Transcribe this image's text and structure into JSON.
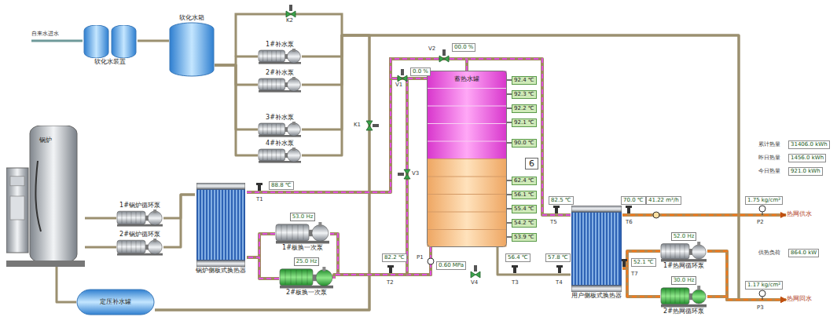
{
  "diagram": {
    "nodes": [
      {
        "text": [
          "软化水装置"
        ]
      },
      {
        "text": [
          "软化水箱"
        ]
      },
      {
        "text": [
          "1#补水泵"
        ]
      },
      {
        "text": [
          "2#补水泵"
        ]
      },
      {
        "text": [
          "3#补水泵"
        ]
      },
      {
        "text": [
          "4#补水泵"
        ]
      },
      {
        "text": [
          "锅炉"
        ]
      },
      {
        "text": [
          "1#锅炉循环泵"
        ]
      },
      {
        "text": [
          "2#锅炉循环泵"
        ]
      },
      {
        "text": [
          "锅炉侧板式换热器"
        ]
      },
      {
        "text": [
          "53.0 Hz",
          "1#板换一次泵"
        ]
      },
      {
        "text": [
          "25.0 Hz",
          "2#板换一次泵"
        ]
      },
      {
        "text": [
          "蓄热水罐"
        ]
      },
      {
        "text": [
          "用户侧板式换热器"
        ]
      },
      {
        "text": [
          "52.0 Hz",
          "1#热网循环泵"
        ]
      },
      {
        "text": [
          "30.0 Hz",
          "2#热网循环泵"
        ]
      },
      {
        "text": [
          "热网供水"
        ]
      },
      {
        "text": [
          "热网回水"
        ]
      },
      {
        "text": [
          "定压补水罐"
        ]
      }
    ],
    "edges": [
      {
        "from": 0,
        "to": 1,
        "arrow": "none"
      },
      {
        "from": 1,
        "to": 2,
        "arrow": "none"
      },
      {
        "from": 1,
        "to": 3,
        "arrow": "none"
      },
      {
        "from": 1,
        "to": 4,
        "arrow": "none"
      },
      {
        "from": 1,
        "to": 5,
        "arrow": "none"
      },
      {
        "from": 2,
        "to": 17,
        "arrow": "to"
      },
      {
        "from": 3,
        "to": 17,
        "arrow": "to"
      },
      {
        "from": 4,
        "to": 18,
        "arrow": "none"
      },
      {
        "from": 5,
        "to": 18,
        "arrow": "none"
      },
      {
        "from": 18,
        "to": 6,
        "arrow": "none"
      },
      {
        "from": 6,
        "to": 7,
        "arrow": "none"
      },
      {
        "from": 6,
        "to": 8,
        "arrow": "none"
      },
      {
        "from": 7,
        "to": 9,
        "arrow": "none"
      },
      {
        "from": 8,
        "to": 9,
        "arrow": "none"
      },
      {
        "from": 9,
        "to": 12,
        "arrow": "none"
      },
      {
        "from": 12,
        "to": 13,
        "arrow": "none"
      },
      {
        "from": 12,
        "to": 10,
        "arrow": "none"
      },
      {
        "from": 12,
        "to": 11,
        "arrow": "none"
      },
      {
        "from": 10,
        "to": 9,
        "arrow": "none"
      },
      {
        "from": 11,
        "to": 9,
        "arrow": "none"
      },
      {
        "from": 12,
        "to": 13,
        "arrow": "none"
      },
      {
        "from": 13,
        "to": 16,
        "arrow": "to"
      },
      {
        "from": 14,
        "to": 13,
        "arrow": "none"
      },
      {
        "from": 15,
        "to": 13,
        "arrow": "none"
      },
      {
        "from": 14,
        "to": 17,
        "arrow": "to"
      },
      {
        "from": 15,
        "to": 17,
        "arrow": "to"
      }
    ],
    "labels": [
      "自来水进水",
      "K2",
      "V2",
      "00.0 %",
      "V1",
      "0.0 %",
      "92.4 ℃",
      "92.3 ℃",
      "92.2 ℃",
      "92.1 ℃",
      "90.0 ℃",
      "K1",
      "6",
      "V3",
      "62.4 ℃",
      "56.1 ℃",
      "55.4 ℃",
      "54.2 ℃",
      "53.9 ℃",
      "88.8 ℃",
      "T1",
      "82.5 ℃",
      "T5",
      "70.0 ℃",
      "41.22 m³/h",
      "T6",
      "1.75 kg/cm²",
      "P2",
      "累计热量",
      "31406.0 kWh",
      "昨日热量",
      "1456.0 kWh",
      "今日热量",
      "921.0 kWh",
      "P1",
      "82.2 ℃",
      "0.60 MPa",
      "56.4 ℃",
      "57.8 ℃",
      "52.1 ℃",
      "供热负荷",
      "864.0 kW",
      "T2",
      "V4",
      "T3",
      "T4",
      "T7",
      "1.17 kg/cm²",
      "P3"
    ]
  }
}
